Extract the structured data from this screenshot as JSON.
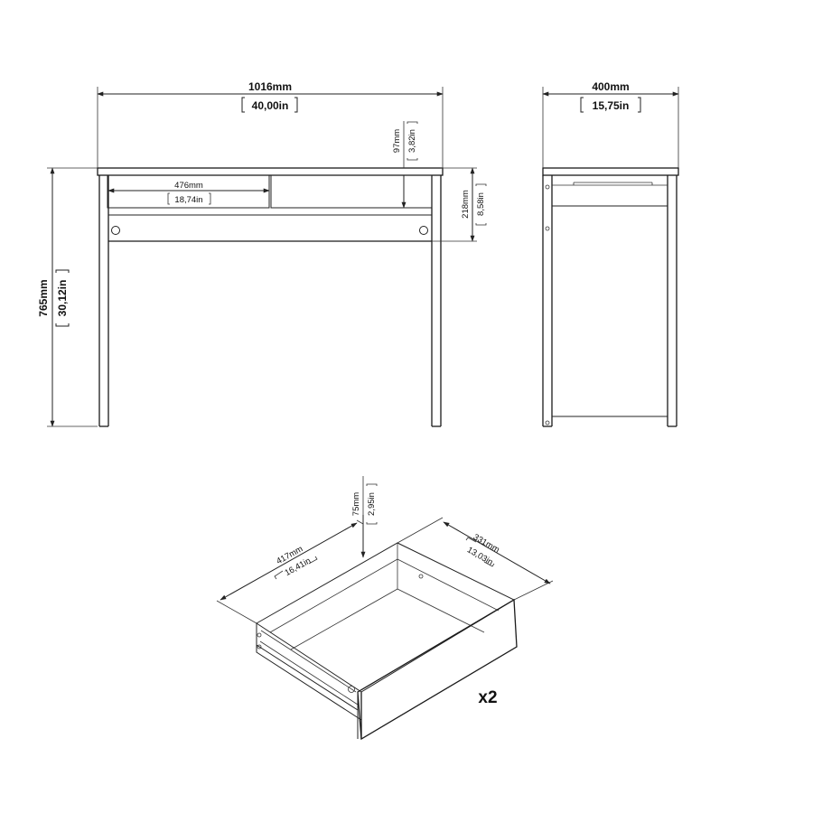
{
  "front_view": {
    "width_mm": "1016mm",
    "width_in": "40,00in",
    "height_mm": "765mm",
    "height_in": "30,12in",
    "apron_height_mm": "218mm",
    "apron_height_in": "8,58in",
    "drawer_opening_height_mm": "97mm",
    "drawer_opening_height_in": "3,82in",
    "drawer_opening_width_mm": "476mm",
    "drawer_opening_width_in": "18,74in"
  },
  "side_view": {
    "depth_mm": "400mm",
    "depth_in": "15,75in"
  },
  "drawer_view": {
    "height_mm": "75mm",
    "height_in": "2,95in",
    "width_mm": "417mm",
    "width_in": "16,41in",
    "depth_mm": "331mm",
    "depth_in": "13,03in",
    "quantity": "x2"
  }
}
